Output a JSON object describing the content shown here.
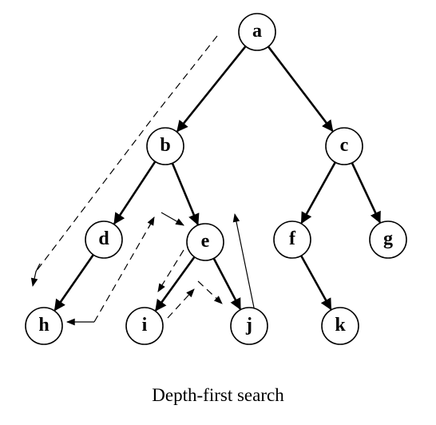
{
  "diagram": {
    "caption": "Depth-first search",
    "nodes": [
      {
        "id": "a",
        "label": "a"
      },
      {
        "id": "b",
        "label": "b"
      },
      {
        "id": "c",
        "label": "c"
      },
      {
        "id": "d",
        "label": "d"
      },
      {
        "id": "e",
        "label": "e"
      },
      {
        "id": "f",
        "label": "f"
      },
      {
        "id": "g",
        "label": "g"
      },
      {
        "id": "h",
        "label": "h"
      },
      {
        "id": "i",
        "label": "i"
      },
      {
        "id": "j",
        "label": "j"
      },
      {
        "id": "k",
        "label": "k"
      }
    ],
    "edges": [
      {
        "from": "a",
        "to": "b"
      },
      {
        "from": "a",
        "to": "c"
      },
      {
        "from": "b",
        "to": "d"
      },
      {
        "from": "b",
        "to": "e"
      },
      {
        "from": "c",
        "to": "f"
      },
      {
        "from": "c",
        "to": "g"
      },
      {
        "from": "d",
        "to": "h"
      },
      {
        "from": "e",
        "to": "i"
      },
      {
        "from": "e",
        "to": "j"
      },
      {
        "from": "f",
        "to": "k"
      }
    ],
    "traversal_path": [
      "a",
      "h",
      "e",
      "i",
      "j"
    ]
  }
}
